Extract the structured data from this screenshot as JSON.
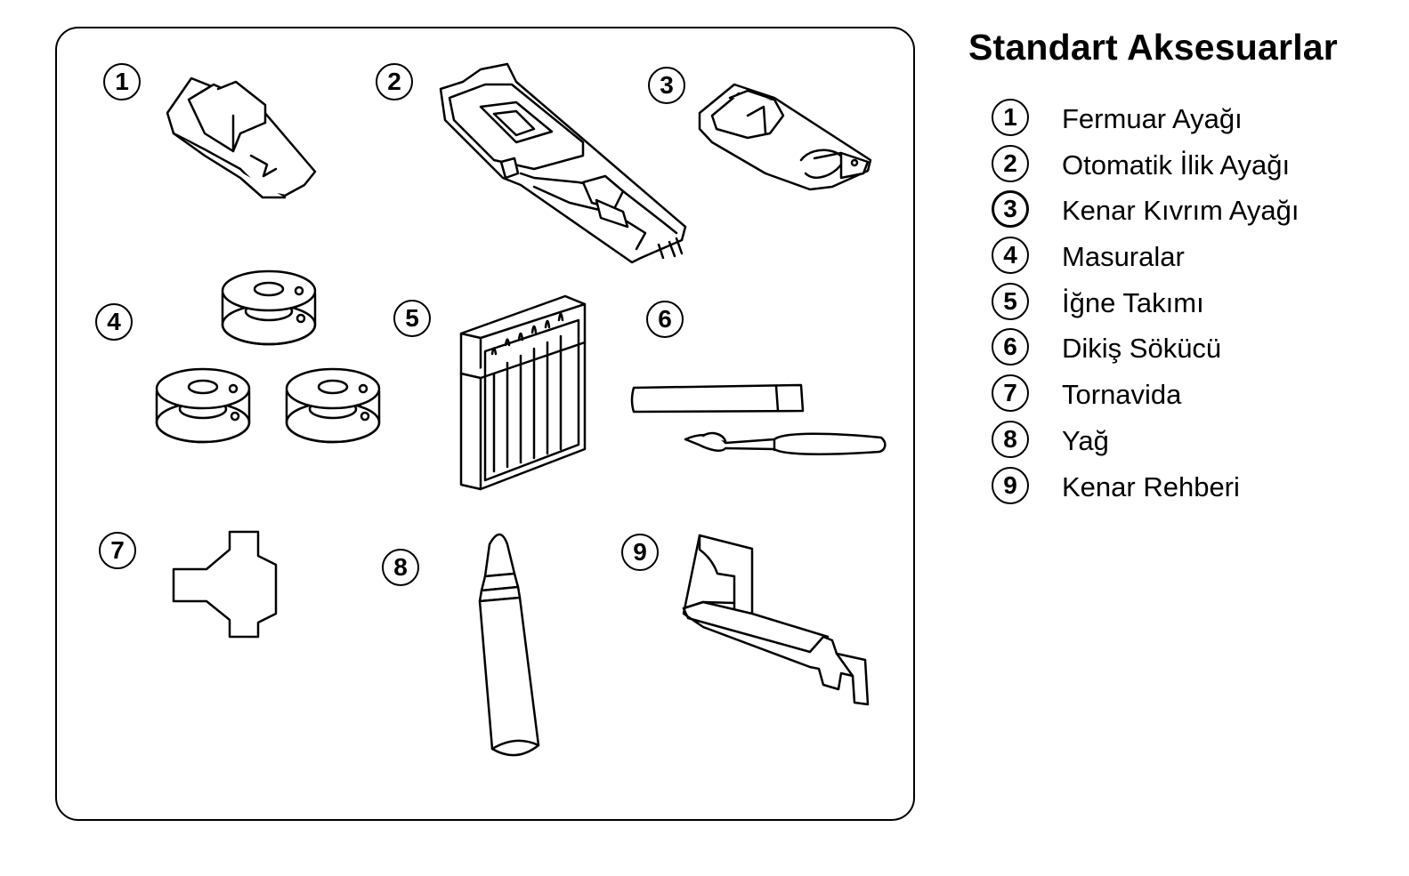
{
  "title": "Standart Aksesuarlar",
  "accessories": [
    {
      "number": "1",
      "label": "Fermuar Ayağı"
    },
    {
      "number": "2",
      "label": "Otomatik İlik Ayağı"
    },
    {
      "number": "3",
      "label": "Kenar Kıvrım Ayağı"
    },
    {
      "number": "4",
      "label": "Masuralar"
    },
    {
      "number": "5",
      "label": "İğne Takımı"
    },
    {
      "number": "6",
      "label": "Dikiş Sökücü"
    },
    {
      "number": "7",
      "label": "Tornavida"
    },
    {
      "number": "8",
      "label": "Yağ"
    },
    {
      "number": "9",
      "label": "Kenar Rehberi"
    }
  ],
  "illustration_badges": [
    "1",
    "2",
    "3",
    "4",
    "5",
    "6",
    "7",
    "8",
    "9"
  ]
}
